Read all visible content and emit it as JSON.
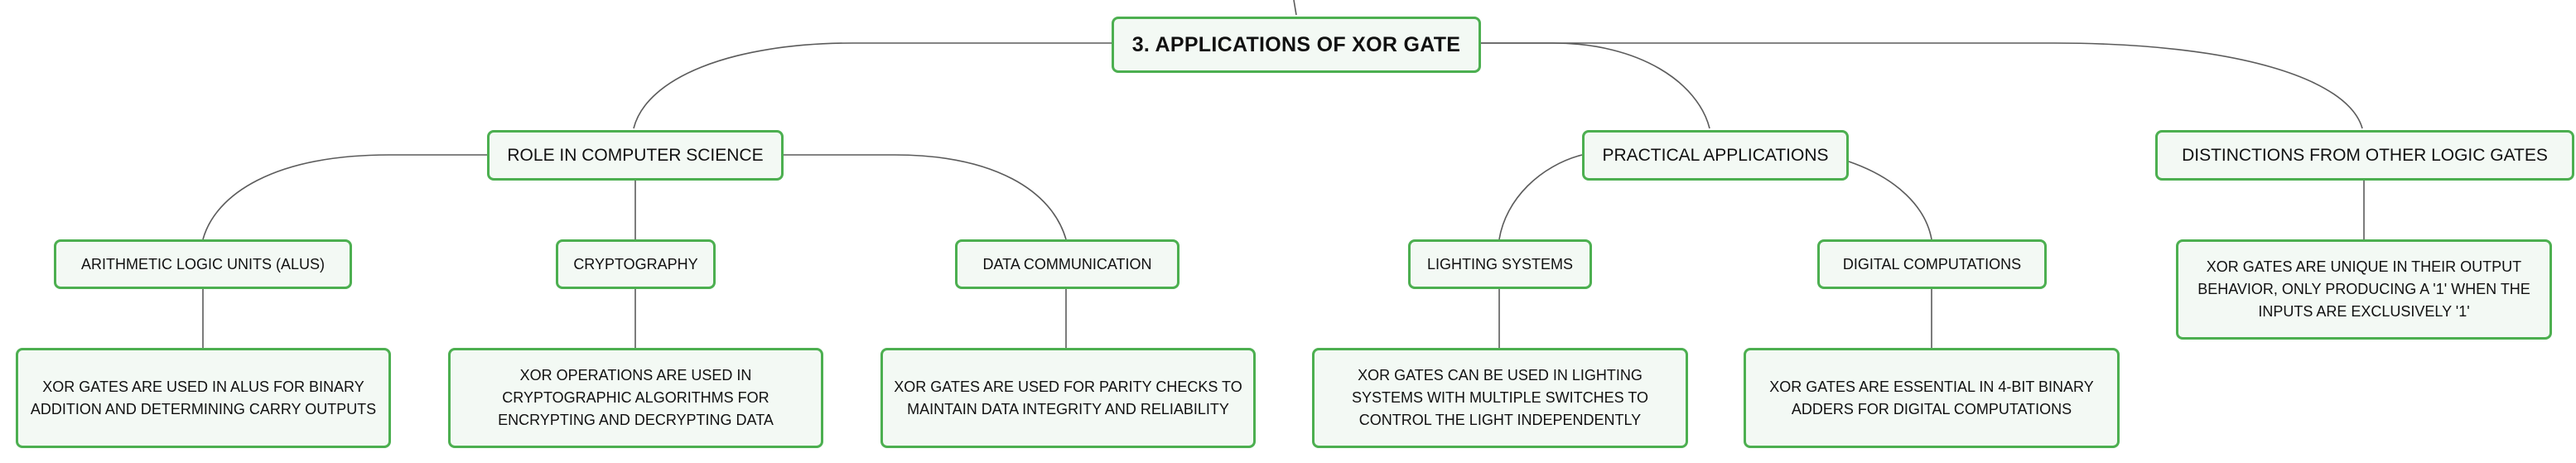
{
  "root": {
    "label": "3. APPLICATIONS OF XOR GATE"
  },
  "branches": [
    {
      "label": "ROLE IN COMPUTER SCIENCE",
      "children": [
        {
          "label": "ARITHMETIC LOGIC UNITS (ALUS)",
          "detail": "XOR GATES ARE USED IN ALUS FOR BINARY ADDITION AND DETERMINING CARRY OUTPUTS"
        },
        {
          "label": "CRYPTOGRAPHY",
          "detail": "XOR OPERATIONS ARE USED IN CRYPTOGRAPHIC ALGORITHMS FOR ENCRYPTING AND DECRYPTING DATA"
        },
        {
          "label": "DATA COMMUNICATION",
          "detail": "XOR GATES ARE USED FOR PARITY CHECKS TO MAINTAIN DATA INTEGRITY AND RELIABILITY"
        }
      ]
    },
    {
      "label": "PRACTICAL APPLICATIONS",
      "children": [
        {
          "label": "LIGHTING SYSTEMS",
          "detail": "XOR GATES CAN BE USED IN LIGHTING SYSTEMS WITH MULTIPLE SWITCHES TO CONTROL THE LIGHT INDEPENDENTLY"
        },
        {
          "label": "DIGITAL COMPUTATIONS",
          "detail": "XOR GATES ARE ESSENTIAL IN 4-BIT BINARY ADDERS FOR DIGITAL COMPUTATIONS"
        }
      ]
    },
    {
      "label": "DISTINCTIONS FROM OTHER LOGIC GATES",
      "detail": "XOR GATES ARE UNIQUE IN THEIR OUTPUT BEHAVIOR, ONLY PRODUCING A '1' WHEN THE INPUTS ARE EXCLUSIVELY '1'"
    }
  ]
}
